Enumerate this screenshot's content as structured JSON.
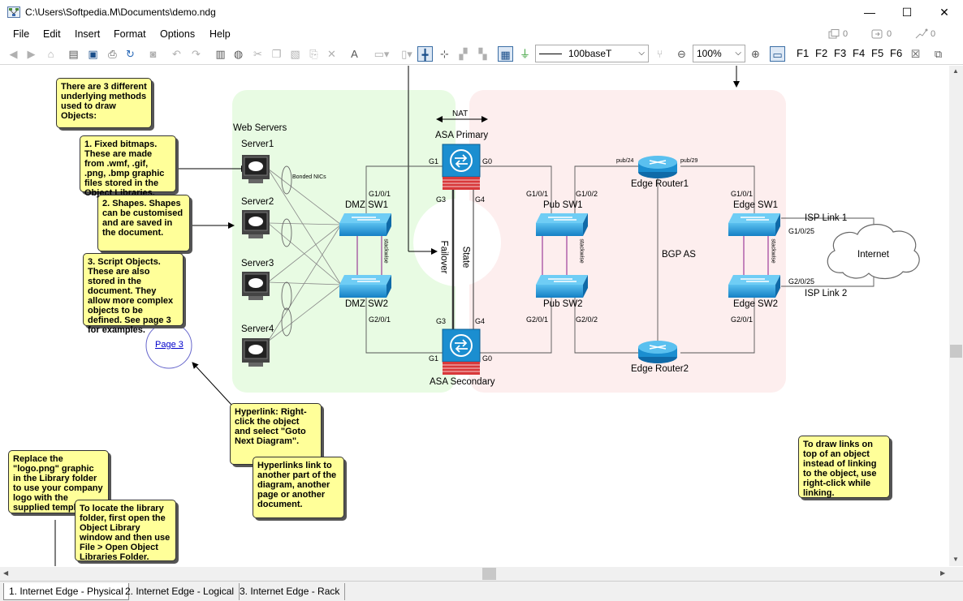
{
  "window": {
    "title": "C:\\Users\\Softpedia.M\\Documents\\demo.ndg",
    "minimize": "—",
    "maximize": "☐",
    "close": "✕"
  },
  "menu": [
    "File",
    "Edit",
    "Insert",
    "Format",
    "Options",
    "Help"
  ],
  "counters": {
    "pages": "0",
    "objects": "0",
    "links": "0"
  },
  "toolbar": {
    "link_type": "100baseT",
    "zoom": "100%",
    "fkeys": [
      "F1",
      "F2",
      "F3",
      "F4",
      "F5",
      "F6"
    ]
  },
  "tabs": [
    "1. Internet Edge - Physical",
    "2. Internet Edge - Logical",
    "3. Internet Edge - Rack"
  ],
  "diagram": {
    "web_servers_label": "Web Servers",
    "servers": [
      "Server1",
      "Server2",
      "Server3",
      "Server4"
    ],
    "bonded_nics": "Bonded NICs",
    "nat": "NAT",
    "asa_primary": "ASA Primary",
    "asa_secondary": "ASA Secondary",
    "failover": "Failover",
    "state": "State",
    "dmz_sw1": "DMZ SW1",
    "dmz_sw2": "DMZ SW2",
    "pub_sw1": "Pub SW1",
    "pub_sw2": "Pub SW2",
    "edge_sw1": "Edge SW1",
    "edge_sw2": "Edge SW2",
    "edge_router1": "Edge Router1",
    "edge_router2": "Edge Router2",
    "bgp_as": "BGP AS",
    "internet": "Internet",
    "isp_link1": "ISP Link 1",
    "isp_link2": "ISP Link 2",
    "stackwise": "stackwise",
    "ports": {
      "g0": "G0",
      "g1": "G1",
      "g3": "G3",
      "g4": "G4",
      "g101": "G1/0/1",
      "g201": "G2/0/1",
      "g102": "G1/0/2",
      "g202": "G2/0/2",
      "g1025": "G1/0/25",
      "g2025": "G2/0/25",
      "pub24": "pub/24",
      "pub29": "pub/29"
    },
    "page3_link": "Page 3"
  },
  "notes": {
    "n1": "There are 3 different underlying methods used to draw Objects:",
    "n2": "1. Fixed bitmaps. These are made from .wmf, .gif, .png, .bmp graphic files stored in the Object Libraries.",
    "n3": "2. Shapes. Shapes can be customised and are saved in the document.",
    "n4": "3. Script Objects. These are also stored in the document. They allow more complex objects to be defined. See page 3 for examples.",
    "n5": "Hyperlink: Right-click the object and select \"Goto Next Diagram\".",
    "n6": "Hyperlinks link to another part of the diagram, another page or another document.",
    "n7": "Replace the \"logo.png\" graphic in the Library folder to use your company logo with the supplied templates.",
    "n8": "To locate the library folder, first open the Object Library window and then use File > Open Object Libraries Folder.",
    "n9": "To draw links on top of an object instead of linking to the object, use right-click while linking."
  },
  "colors": {
    "dmz_zone": "#e8fbe3",
    "public_zone": "#fdeeee",
    "note_bg": "#ffff99",
    "device_blue": "#1b8ed0"
  }
}
